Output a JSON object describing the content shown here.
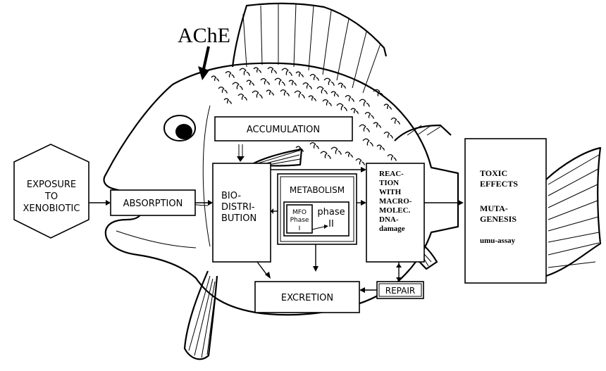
{
  "labels": {
    "ache": "AChE",
    "exposure": [
      "EXPOSURE",
      "TO",
      "XENOBIOTIC"
    ],
    "absorption": "ABSORPTION",
    "accumulation": "ACCUMULATION",
    "biodistribution": [
      "BIO-",
      "DISTRI-",
      "BUTION"
    ],
    "metabolism": "METABOLISM",
    "mfo": [
      "MFO",
      "Phase",
      "I"
    ],
    "phase2": [
      "phase",
      "II"
    ],
    "reaction": [
      "REAC-",
      "TION",
      "WITH",
      "MACRO-",
      "MOLEC.",
      "DNA-",
      "damage"
    ],
    "toxic": [
      "TOXIC",
      "EFFECTS"
    ],
    "mutagenesis": [
      "MUTA-",
      "GENESIS"
    ],
    "umu": "umu-assay",
    "excretion": "EXCRETION",
    "repair": "REPAIR"
  }
}
